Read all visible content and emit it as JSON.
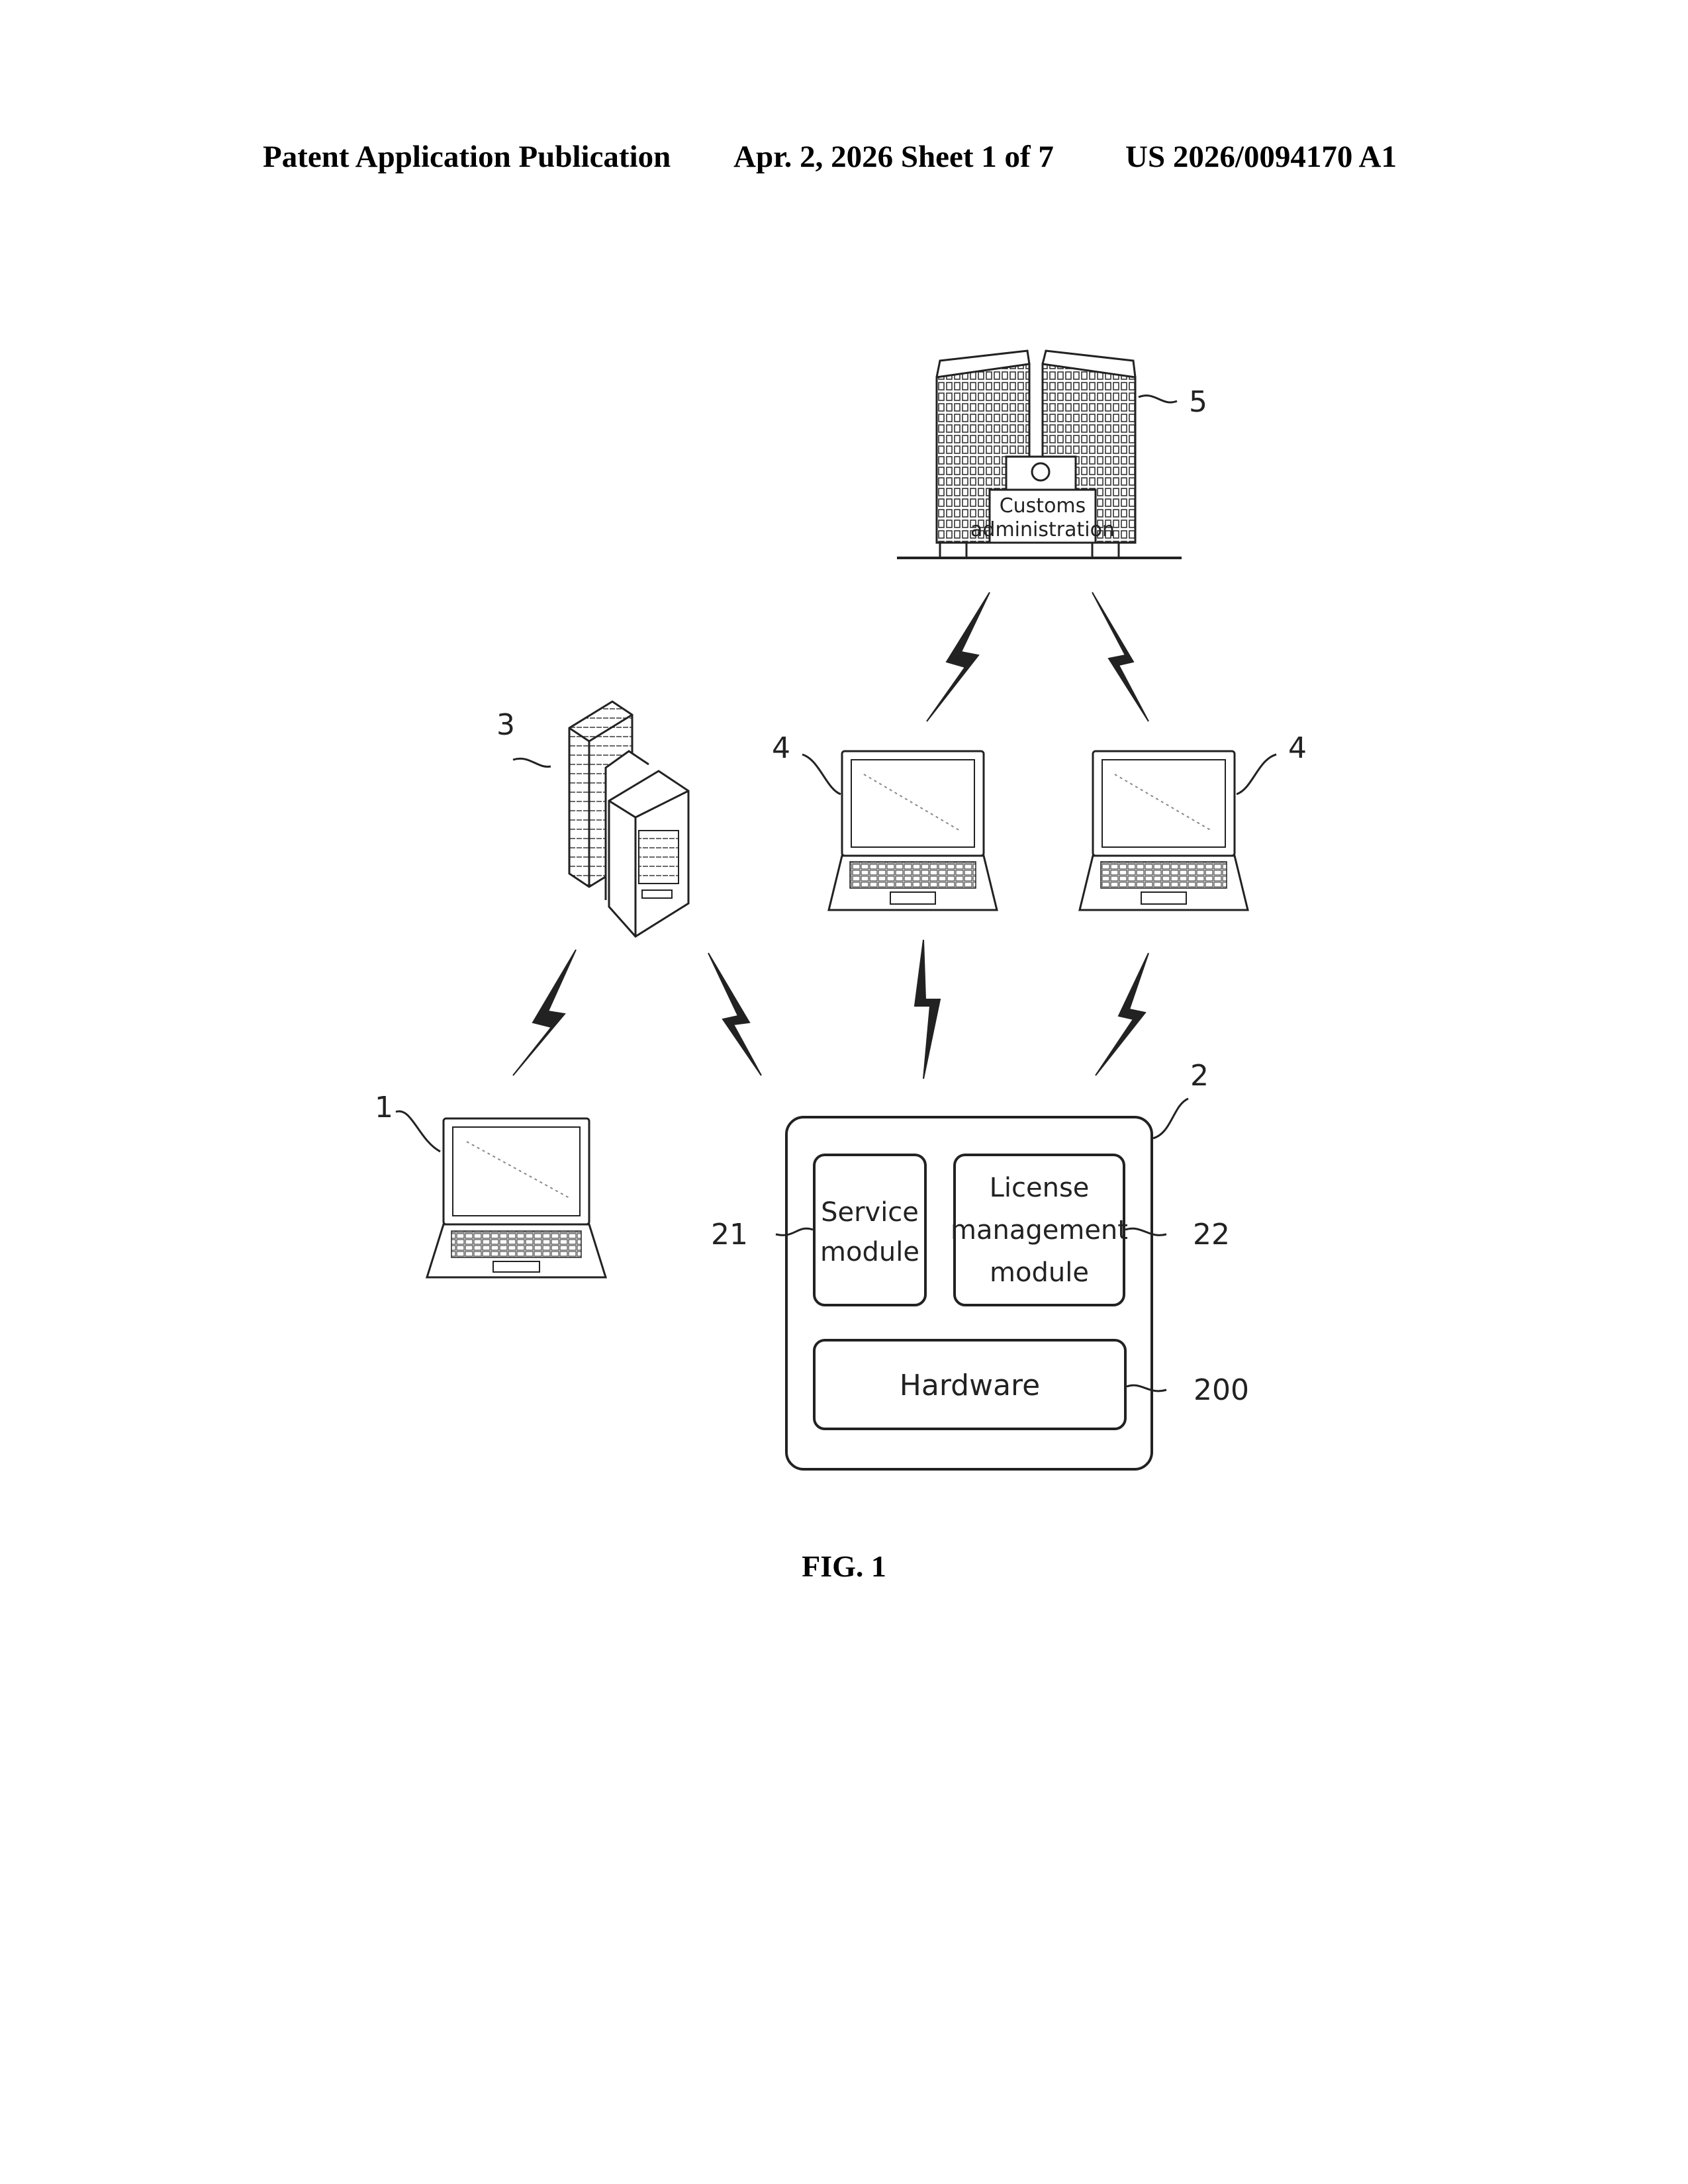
{
  "header": {
    "publication": "Patent Application Publication",
    "date_sheet": "Apr. 2, 2026  Sheet 1 of 7",
    "number": "US 2026/0094170 A1"
  },
  "figure": {
    "caption": "FIG. 1",
    "building": {
      "ref": "5",
      "sign_line1": "Customs",
      "sign_line2": "administration"
    },
    "server": {
      "ref": "3"
    },
    "laptop_left": {
      "ref": "4"
    },
    "laptop_right": {
      "ref": "4"
    },
    "client": {
      "ref": "1"
    },
    "device": {
      "ref": "2",
      "service_module": {
        "ref": "21",
        "line1": "Service",
        "line2": "module"
      },
      "license_module": {
        "ref": "22",
        "line1": "License",
        "line2": "management",
        "line3": "module"
      },
      "hardware": {
        "ref": "200",
        "label": "Hardware"
      }
    }
  }
}
